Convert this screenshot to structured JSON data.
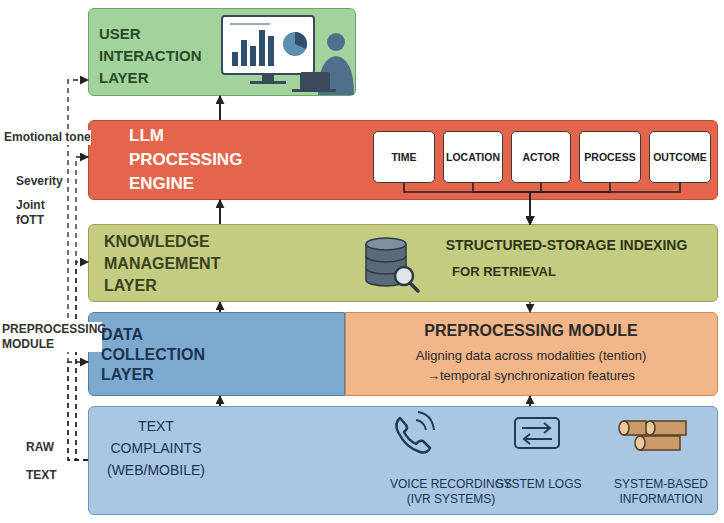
{
  "diagram": {
    "nodes": [
      {
        "text": [
          "USER INTERACTION LAYER"
        ]
      },
      {
        "text": [
          "LLM PROCESSING ENGINE"
        ]
      },
      {
        "text": [
          "TIME"
        ],
        "in": 1
      },
      {
        "text": [
          "LOCATION"
        ],
        "in": 1
      },
      {
        "text": [
          "ACTOR"
        ],
        "in": 1
      },
      {
        "text": [
          "PROCESS"
        ],
        "in": 1
      },
      {
        "text": [
          "OUTCOME"
        ],
        "in": 1
      },
      {
        "text": [
          "KNOWLEDGE MANAGEMENT LAYER",
          "STRUCTURED-STORAGE INDEXING",
          "FOR RETRIEVAL"
        ]
      },
      {
        "text": [
          "DATA COLLECTION LAYER"
        ]
      },
      {
        "text": [
          "PREPROCESSING MODULE",
          "Aligning data across modalities (tention)",
          "→temporal synchronization features"
        ]
      },
      {
        "text": [
          "TEXT COMPLAINTS (WEB/MOBILE)",
          "VOICE RECORDINGS (IVR SYSTEMS)",
          "SYSTEM LOGS",
          "SYSTEM-BASED INFORMATION"
        ]
      }
    ],
    "edges": [
      {
        "from": 10,
        "to": 8,
        "arrow": "to"
      },
      {
        "from": 8,
        "to": 7,
        "arrow": "to"
      },
      {
        "from": 7,
        "to": 1,
        "arrow": "to"
      },
      {
        "from": 1,
        "to": 0,
        "arrow": "to"
      },
      {
        "from": 10,
        "to": 9,
        "arrow": "to"
      },
      {
        "from": 7,
        "to": 9,
        "arrow": "to"
      },
      {
        "from": 2,
        "to": 7,
        "arrow": "to"
      },
      {
        "from": 3,
        "to": 7,
        "arrow": "to"
      },
      {
        "from": 4,
        "to": 7,
        "arrow": "to"
      },
      {
        "from": 5,
        "to": 7,
        "arrow": "to"
      },
      {
        "from": 6,
        "to": 7,
        "arrow": "to"
      },
      {
        "from": 10,
        "to": 0,
        "arrow": "to"
      },
      {
        "from": 10,
        "to": 1,
        "arrow": "to"
      },
      {
        "from": 10,
        "to": 7,
        "arrow": "to"
      },
      {
        "from": 10,
        "to": 8,
        "arrow": "to"
      }
    ],
    "labels": [
      "Emotional tone",
      "Severity",
      "Joint fOTT",
      "PREPROCESSING MODULE",
      "RAW",
      "TEXT"
    ]
  }
}
